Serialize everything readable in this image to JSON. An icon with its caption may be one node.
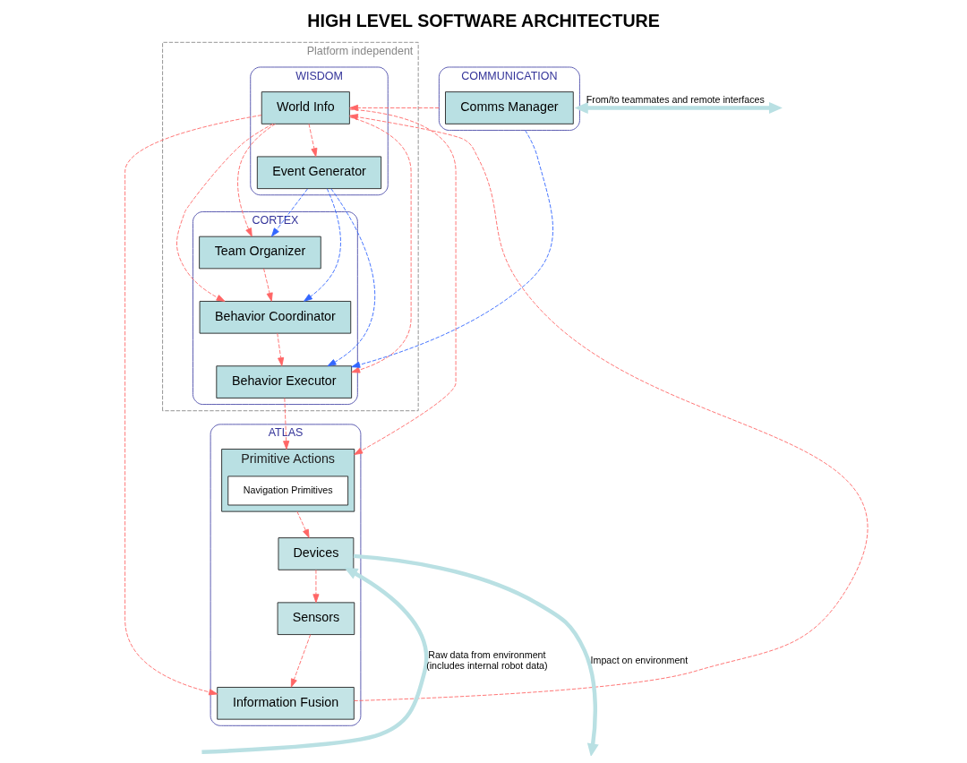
{
  "diagram": {
    "title": "HIGH LEVEL SOFTWARE ARCHITECTURE",
    "nodes": [
      {
        "text": [
          "Platform independent"
        ]
      },
      {
        "text": [
          "WISDOM"
        ],
        "in": 0
      },
      {
        "text": [
          "World Info"
        ],
        "in": 1
      },
      {
        "text": [
          "Event Generator"
        ],
        "in": 1
      },
      {
        "text": [
          "CORTEX"
        ],
        "in": 0
      },
      {
        "text": [
          "Team Organizer"
        ],
        "in": 4
      },
      {
        "text": [
          "Behavior Coordinator"
        ],
        "in": 4
      },
      {
        "text": [
          "Behavior Executor"
        ],
        "in": 4
      },
      {
        "text": [
          "COMMUNICATION"
        ]
      },
      {
        "text": [
          "Comms Manager"
        ],
        "in": 8
      },
      {
        "text": [
          "ATLAS"
        ]
      },
      {
        "text": [
          "Information Fusion"
        ],
        "in": 10
      },
      {
        "text": [
          "Sensors"
        ],
        "in": 10
      },
      {
        "text": [
          "Devices"
        ],
        "in": 10
      },
      {
        "text": [
          "Primitive Actions"
        ],
        "in": 10
      },
      {
        "text": [
          "Navigation Primitives"
        ],
        "in": 14
      }
    ],
    "edges": [
      {
        "from": 2,
        "to": 5,
        "arrow": "to",
        "style": "dashed"
      },
      {
        "from": 8,
        "to": 2,
        "arrow": "to",
        "style": "dashed"
      },
      {
        "from": 2,
        "to": 6,
        "arrow": "to",
        "style": "dashed"
      },
      {
        "from": 2,
        "to": 3,
        "arrow": "to",
        "style": "dashed"
      },
      {
        "from": 2,
        "to": 7,
        "arrow": "to",
        "style": "dashed"
      },
      {
        "from": 3,
        "to": 5,
        "arrow": "to",
        "style": "dashed",
        "color": "#3366ff"
      },
      {
        "from": 3,
        "to": 6,
        "arrow": "to",
        "style": "dashed",
        "color": "#3366ff"
      },
      {
        "from": 3,
        "to": 7,
        "arrow": "to",
        "style": "dashed",
        "color": "#3366ff"
      },
      {
        "from": 5,
        "to": 6,
        "arrow": "to",
        "style": "dashed"
      },
      {
        "from": 6,
        "to": 7,
        "arrow": "to",
        "style": "dashed"
      },
      {
        "from": 8,
        "to": 7,
        "arrow": "to",
        "style": "dashed",
        "color": "#3366ff"
      },
      {
        "from": 2,
        "to": 11,
        "arrow": "to",
        "style": "dashed"
      },
      {
        "from": 11,
        "to": 2,
        "arrow": "to",
        "style": "dashed"
      },
      {
        "from": 2,
        "to": 14,
        "arrow": "to",
        "style": "dashed"
      },
      {
        "from": 7,
        "to": 14,
        "arrow": "to",
        "style": "dashed"
      },
      {
        "from": 14,
        "to": 13,
        "arrow": "to",
        "style": "dashed"
      },
      {
        "from": 13,
        "to": 12,
        "arrow": "to",
        "style": "dashed"
      },
      {
        "from": 12,
        "to": 11,
        "arrow": "to",
        "style": "dashed"
      },
      {
        "from": 8,
        "to": null,
        "arrow": "both",
        "label": "From/to teammates and remote interfaces",
        "style": "thick",
        "color": "#b9e0e3"
      },
      {
        "from": null,
        "to": 13,
        "arrow": "to",
        "label": "Raw data from environment (includes internal robot data)",
        "style": "thick",
        "color": "#b9e0e3"
      },
      {
        "from": 13,
        "to": null,
        "arrow": "to",
        "label": "Impact on environment",
        "style": "thick",
        "color": "#b9e0e3"
      }
    ]
  }
}
